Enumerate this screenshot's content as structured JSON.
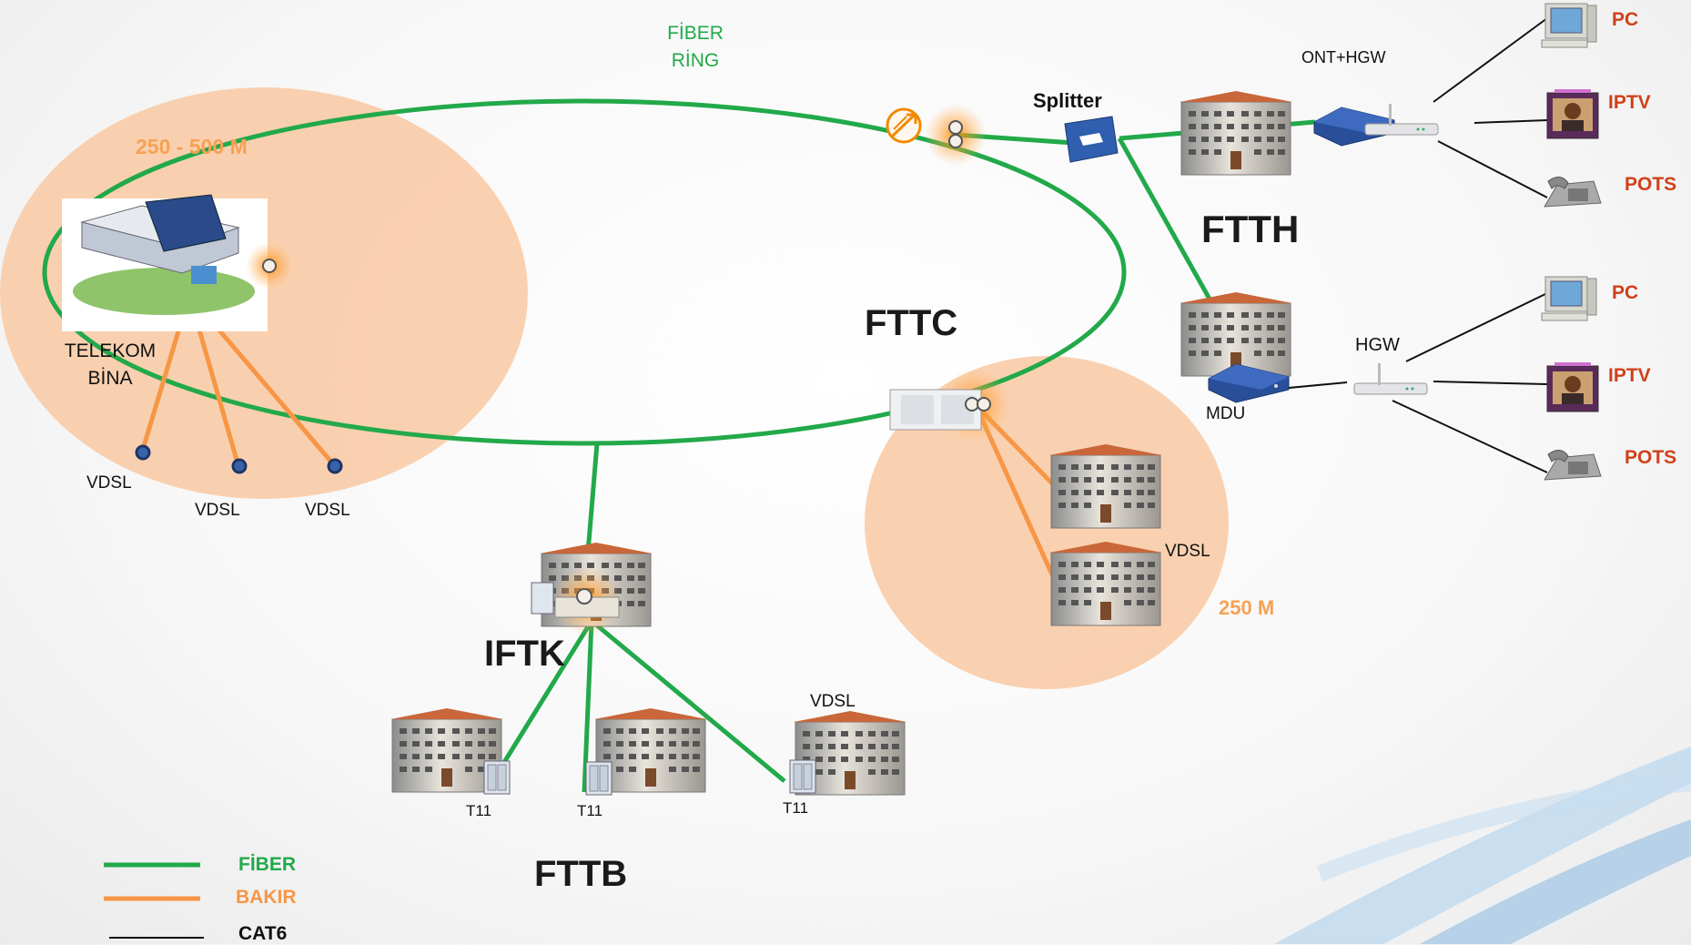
{
  "fiber_ring": {
    "line1": "FİBER",
    "line2": "RİNG"
  },
  "zones": {
    "range_left": "250 - 500 M",
    "range_right": "250 M"
  },
  "central_office": {
    "line1": "TELEKOM",
    "line2": "BİNA"
  },
  "splitter": "Splitter",
  "ont_hgw": "ONT+HGW",
  "hgw": "HGW",
  "mdu": "MDU",
  "sections": {
    "ftth": "FTTH",
    "fttc": "FTTC",
    "fttb": "FTTB",
    "iftk": "IFTK"
  },
  "endpoints_top": {
    "pc": "PC",
    "iptv": "IPTV",
    "pots": "POTS"
  },
  "endpoints_bottom": {
    "pc": "PC",
    "iptv": "IPTV",
    "pots": "POTS"
  },
  "vdsl": {
    "left1": "VDSL",
    "left2": "VDSL",
    "left3": "VDSL",
    "cabinet": "VDSL",
    "building": "VDSL"
  },
  "t11": {
    "a": "T11",
    "b": "T11",
    "c": "T11"
  },
  "legend": {
    "fiber": "FİBER",
    "copper": "BAKIR",
    "cat6": "CAT6"
  },
  "colors": {
    "fiber": "#22a94a",
    "copper": "#f79646",
    "cat6": "#111111",
    "zone_fill": "#f9c9a2",
    "endpoint_label": "#d0411a"
  }
}
